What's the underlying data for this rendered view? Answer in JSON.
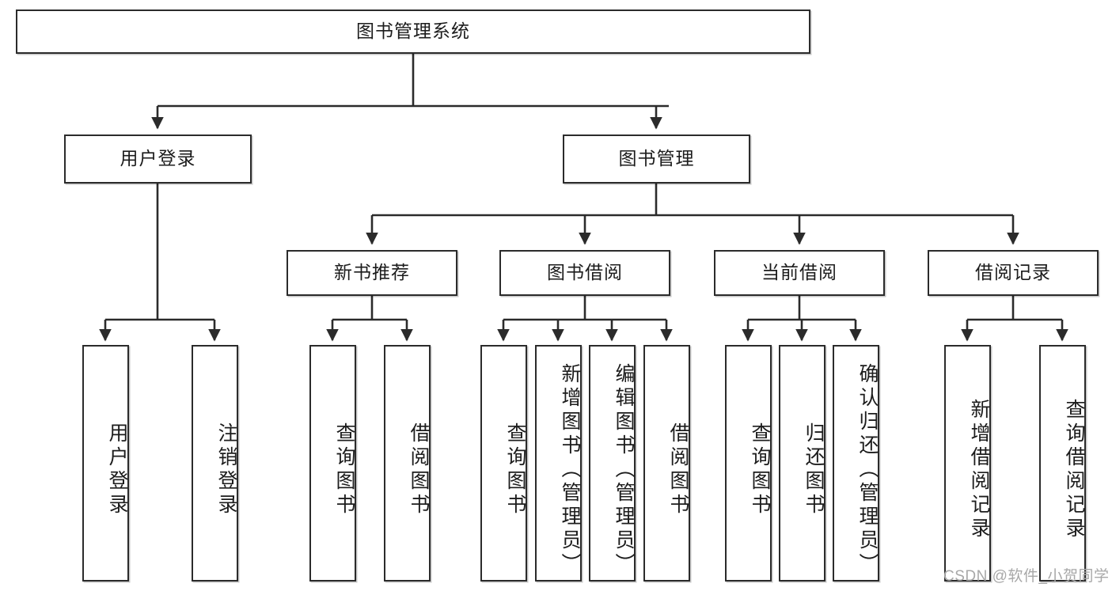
{
  "diagram": {
    "type": "tree",
    "title": "图书管理系统",
    "watermark": "CSDN @软件_小贺同学",
    "colors": {
      "stroke": "#2b2b2b",
      "fill": "#ffffff",
      "text": "#1c1c1c",
      "watermark": "#a8a8a8"
    },
    "nodes": {
      "root": {
        "label": "图书管理系统",
        "orientation": "horizontal"
      },
      "l2": [
        {
          "id": "user-login",
          "label": "用户登录",
          "orientation": "horizontal"
        },
        {
          "id": "book-manage",
          "label": "图书管理",
          "orientation": "horizontal"
        }
      ],
      "l3": [
        {
          "id": "new-book-rec",
          "label": "新书推荐",
          "orientation": "horizontal"
        },
        {
          "id": "book-borrow",
          "label": "图书借阅",
          "orientation": "horizontal"
        },
        {
          "id": "current-borrow",
          "label": "当前借阅",
          "orientation": "horizontal"
        },
        {
          "id": "borrow-record",
          "label": "借阅记录",
          "orientation": "horizontal"
        }
      ],
      "leaves": [
        {
          "id": "leaf-user-login",
          "label": "用户登录",
          "parent": "user-login",
          "orientation": "vertical"
        },
        {
          "id": "leaf-logout-login",
          "label": "注销登录",
          "parent": "user-login",
          "orientation": "vertical"
        },
        {
          "id": "leaf-query-book-1",
          "label": "查询图书",
          "parent": "new-book-rec",
          "orientation": "vertical"
        },
        {
          "id": "leaf-borrow-book-1",
          "label": "借阅图书",
          "parent": "new-book-rec",
          "orientation": "vertical"
        },
        {
          "id": "leaf-query-book-2",
          "label": "查询图书",
          "parent": "book-borrow",
          "orientation": "vertical"
        },
        {
          "id": "leaf-add-book",
          "label": "新增图书（管理员）",
          "parent": "book-borrow",
          "orientation": "vertical"
        },
        {
          "id": "leaf-edit-book",
          "label": "编辑图书（管理员）",
          "parent": "book-borrow",
          "orientation": "vertical"
        },
        {
          "id": "leaf-borrow-book-2",
          "label": "借阅图书",
          "parent": "book-borrow",
          "orientation": "vertical"
        },
        {
          "id": "leaf-query-book-3",
          "label": "查询图书",
          "parent": "current-borrow",
          "orientation": "vertical"
        },
        {
          "id": "leaf-return-book",
          "label": "归还图书",
          "parent": "current-borrow",
          "orientation": "vertical"
        },
        {
          "id": "leaf-confirm-return",
          "label": "确认归还（管理员）",
          "parent": "current-borrow",
          "orientation": "vertical"
        },
        {
          "id": "leaf-add-record",
          "label": "新增借阅记录",
          "parent": "borrow-record",
          "orientation": "vertical"
        },
        {
          "id": "leaf-query-record",
          "label": "查询借阅记录",
          "parent": "borrow-record",
          "orientation": "vertical"
        }
      ]
    }
  }
}
